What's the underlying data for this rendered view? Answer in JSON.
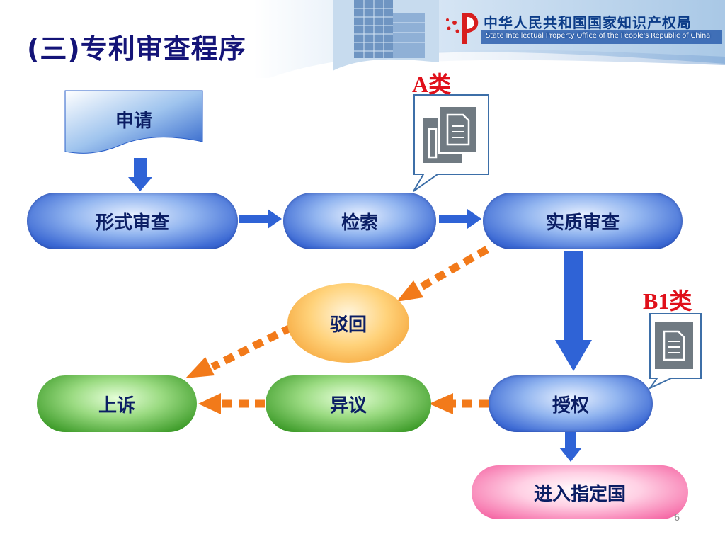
{
  "header": {
    "title": "(三)专利审查程序",
    "org_cn": "中华人民共和国国家知识产权局",
    "org_en": "State Intellectual Property Office of the People's Republic of China"
  },
  "nodes": {
    "shenqing": "申请",
    "xingshi": "形式审查",
    "jiansuo": "检索",
    "shizhi": "实质审查",
    "bohui": "驳回",
    "shangsu": "上诉",
    "yiyi": "异议",
    "shouquan": "授权",
    "jinru": "进入指定国"
  },
  "callouts": {
    "a_label": "A类",
    "b1_label": "B1类"
  },
  "footer": {
    "page_number": "6"
  },
  "colors": {
    "title": "#141478",
    "arrow_blue": "#2f63d6",
    "arrow_orange": "#f27a1a",
    "callout_label": "#e0101a"
  },
  "icons": [
    "documents-icon",
    "document-icon",
    "building-photo",
    "sipo-logo-icon"
  ]
}
